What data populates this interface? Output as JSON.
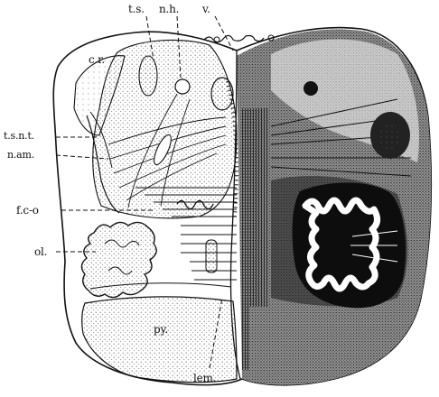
{
  "figure": {
    "labels": {
      "ts": "t.s.",
      "nh": "n.h.",
      "v": "v.",
      "cr": "c.r.",
      "tsnt": "t.s.n.t.",
      "nam": "n.am.",
      "fco": "f.c-o",
      "ol": "ol.",
      "py": "py.",
      "lem": "lem."
    },
    "colors": {
      "ink": "#111111",
      "paper": "#ffffff",
      "shade_dark": "#2a2a2a",
      "shade_mid": "#6b6b6b"
    }
  }
}
